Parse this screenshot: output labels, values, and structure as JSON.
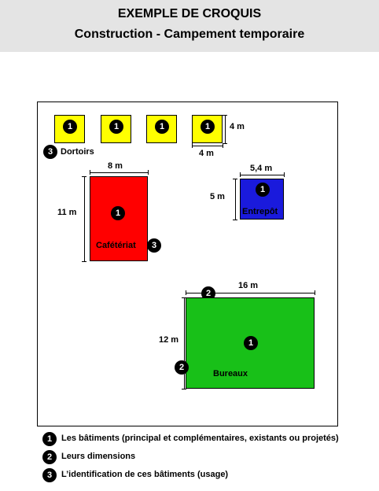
{
  "header": {
    "title": "EXEMPLE DE CROQUIS",
    "subtitle": "Construction - Campement temporaire"
  },
  "colors": {
    "dortoir": "#ffff00",
    "cafeteria": "#ff0000",
    "entrepot": "#1a1adc",
    "bureaux": "#18c018",
    "header_bg": "#e4e4e4"
  },
  "markers": {
    "one": "1",
    "two": "2",
    "three": "3"
  },
  "sketch": {
    "dortoirs_label": "Dortoirs",
    "dortoir_height": "4 m",
    "dortoir_width": "4 m",
    "cafeteria_label": "Cafétériat",
    "cafeteria_width": "8 m",
    "cafeteria_height": "11 m",
    "entrepot_label": "Entrepôt",
    "entrepot_width": "5,4 m",
    "entrepot_height": "5 m",
    "bureaux_label": "Bureaux",
    "bureaux_width": "16 m",
    "bureaux_height": "12 m"
  },
  "legend": [
    {
      "num": "1",
      "text": "Les bâtiments (principal et complémentaires, existants ou projetés)"
    },
    {
      "num": "2",
      "text": "Leurs dimensions"
    },
    {
      "num": "3",
      "text": "L’identification de ces bâtiments (usage)"
    }
  ]
}
